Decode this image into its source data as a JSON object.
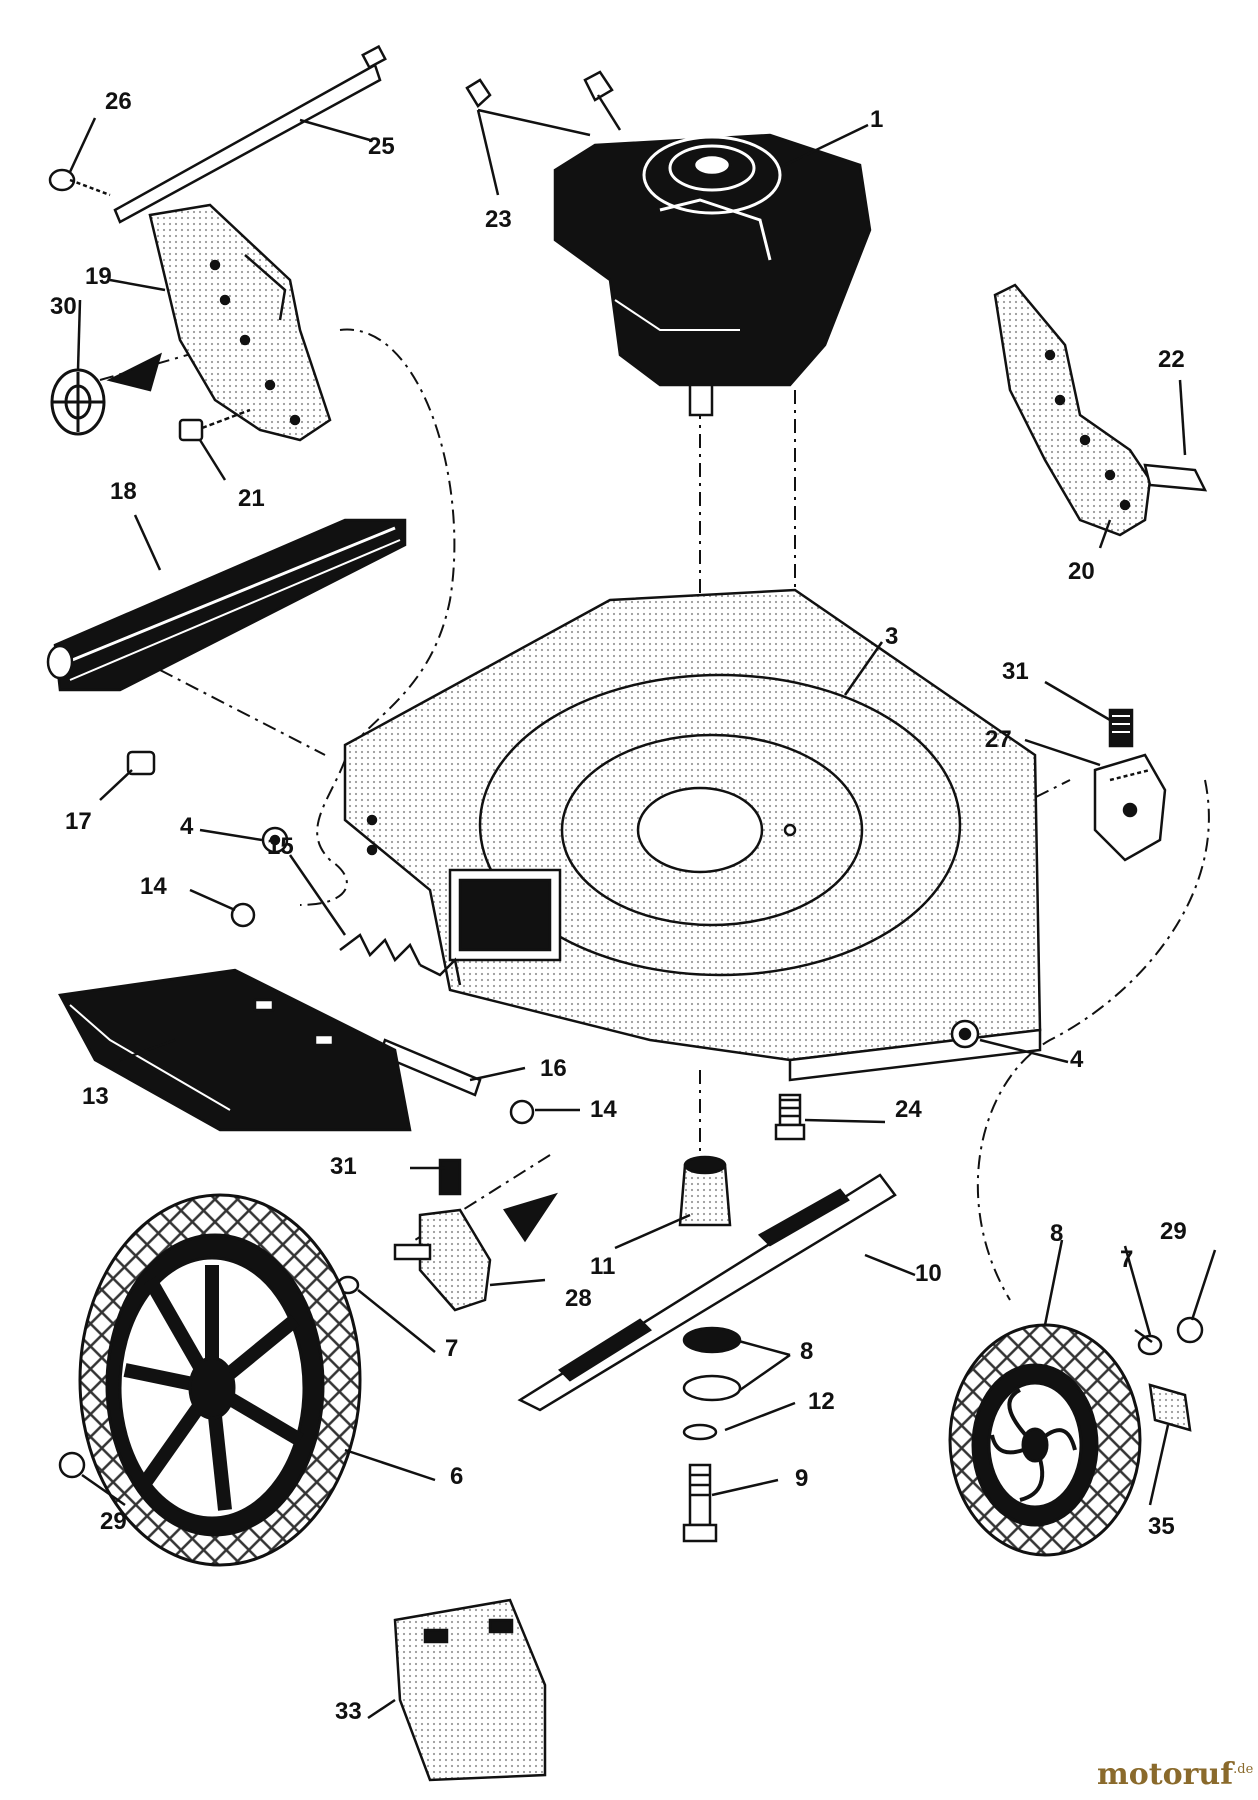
{
  "callouts": [
    {
      "id": "1",
      "text": "1"
    },
    {
      "id": "3",
      "text": "3"
    },
    {
      "id": "4a",
      "text": "4"
    },
    {
      "id": "4b",
      "text": "4"
    },
    {
      "id": "6",
      "text": "6"
    },
    {
      "id": "7a",
      "text": "7"
    },
    {
      "id": "7b",
      "text": "7"
    },
    {
      "id": "8a",
      "text": "8"
    },
    {
      "id": "8b",
      "text": "8"
    },
    {
      "id": "9",
      "text": "9"
    },
    {
      "id": "10",
      "text": "10"
    },
    {
      "id": "11",
      "text": "11"
    },
    {
      "id": "12",
      "text": "12"
    },
    {
      "id": "13",
      "text": "13"
    },
    {
      "id": "14a",
      "text": "14"
    },
    {
      "id": "14b",
      "text": "14"
    },
    {
      "id": "15",
      "text": "15"
    },
    {
      "id": "16",
      "text": "16"
    },
    {
      "id": "17",
      "text": "17"
    },
    {
      "id": "18",
      "text": "18"
    },
    {
      "id": "19",
      "text": "19"
    },
    {
      "id": "20",
      "text": "20"
    },
    {
      "id": "21",
      "text": "21"
    },
    {
      "id": "22",
      "text": "22"
    },
    {
      "id": "23",
      "text": "23"
    },
    {
      "id": "24",
      "text": "24"
    },
    {
      "id": "25",
      "text": "25"
    },
    {
      "id": "26",
      "text": "26"
    },
    {
      "id": "27",
      "text": "27"
    },
    {
      "id": "28",
      "text": "28"
    },
    {
      "id": "29a",
      "text": "29"
    },
    {
      "id": "29b",
      "text": "29"
    },
    {
      "id": "30",
      "text": "30"
    },
    {
      "id": "31a",
      "text": "31"
    },
    {
      "id": "31b",
      "text": "31"
    },
    {
      "id": "33",
      "text": "33"
    },
    {
      "id": "35",
      "text": "35"
    }
  ],
  "watermark": {
    "brand_main": "motoruf",
    "brand_suffix": ".de",
    "color_main": "#8a6a2c",
    "color_suffix": "#8a6a2c"
  },
  "colors": {
    "ink": "#111111",
    "part_fill": "#d8d8d8",
    "dark_fill": "#1a1a1a"
  }
}
